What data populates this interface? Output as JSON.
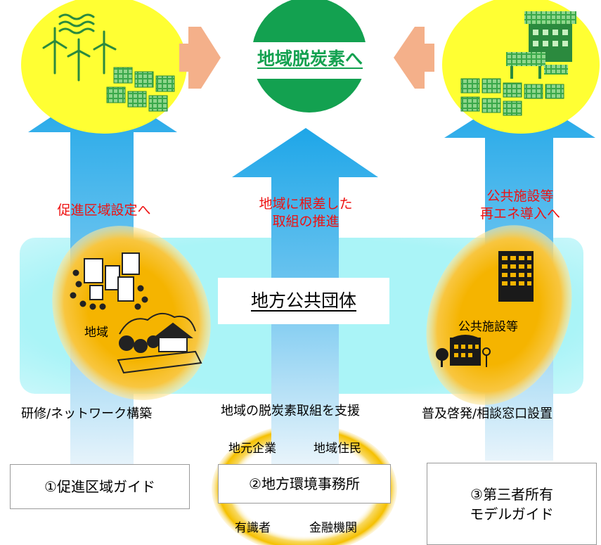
{
  "center": {
    "goal_label": "地域脱炭素へ",
    "hub_label": "地方公共団体"
  },
  "flows": {
    "left": {
      "arrow_label": "促進区域設定へ"
    },
    "center": {
      "arrow_label_line1": "地域に根差した",
      "arrow_label_line2": "取組の推進"
    },
    "right": {
      "arrow_label_line1": "公共施設等",
      "arrow_label_line2": "再エネ導入へ"
    }
  },
  "ellipse_labels": {
    "region": "地域",
    "public_facilities": "公共施設等"
  },
  "support": {
    "left": "研修/ネットワーク構築",
    "center": "地域の脱炭素取組を支援",
    "right": "普及啓発/相談窓口設置"
  },
  "stakeholders": {
    "local_business": "地元企業",
    "residents": "地域住民",
    "experts": "有識者",
    "finance": "金融機関"
  },
  "guides": {
    "left": "①促進区域ガイド",
    "center": "②地方環境事務所",
    "right_line1": "③第三者所有",
    "right_line2": "モデルガイド"
  },
  "colors": {
    "arrow": "#1ea6e8",
    "band": "#aaf4f7",
    "yellow": "#ffff33",
    "orange": "#f5b400",
    "goal_green": "#13a150",
    "chevron": "#f4b08a",
    "red_text": "#ee1111",
    "solar_green": "#3aa84a"
  }
}
